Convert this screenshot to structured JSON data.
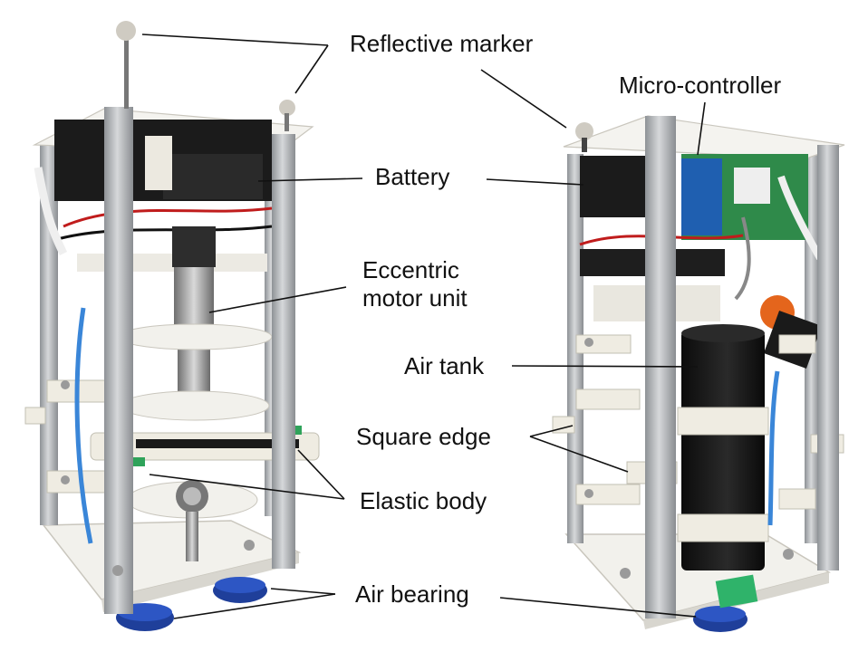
{
  "labels": {
    "reflective_marker": "Reflective marker",
    "micro_controller": "Micro-controller",
    "battery": "Battery",
    "eccentric_motor_unit_line1": "Eccentric",
    "eccentric_motor_unit_line2": "motor unit",
    "air_tank": "Air tank",
    "square_edge": "Square edge",
    "elastic_body": "Elastic body",
    "air_bearing": "Air bearing"
  },
  "colors": {
    "aluminum_frame": "#b9bcbf",
    "white_plate": "#f2f1ec",
    "air_bearing_blue": "#1f3f9a",
    "air_tank_black": "#161616",
    "tube_blue": "#3a86d8",
    "knob_orange": "#e4651c",
    "pcb_green": "#2f8a4a",
    "leader_line": "#111111"
  }
}
